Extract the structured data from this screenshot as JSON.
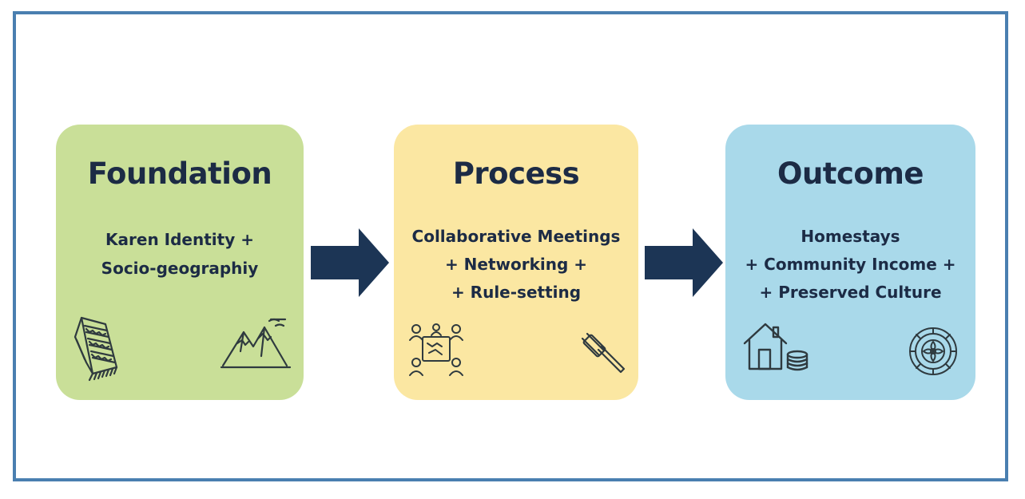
{
  "diagram": {
    "colors": {
      "frame_border": "#4a7fb0",
      "foundation_fill": "#c9df98",
      "process_fill": "#fbe7a2",
      "outcome_fill": "#a9d9ea",
      "arrow": "#1c3555",
      "text": "#1c2b45"
    },
    "stages": [
      {
        "title": "Foundation",
        "lines": [
          "Karen Identity +",
          "Socio-geographiy"
        ],
        "icons": [
          "woven-textile-icon",
          "mountains-icon"
        ]
      },
      {
        "title": "Process",
        "lines": [
          "Collaborative Meetings",
          "+ Networking +",
          "+ Rule-setting"
        ],
        "icons": [
          "meeting-table-icon",
          "gavel-icon"
        ]
      },
      {
        "title": "Outcome",
        "lines": [
          "Homestays",
          "+ Community Income +",
          "+ Preserved Culture"
        ],
        "icons": [
          "house-coins-icon",
          "cultural-emblem-icon"
        ]
      }
    ]
  }
}
